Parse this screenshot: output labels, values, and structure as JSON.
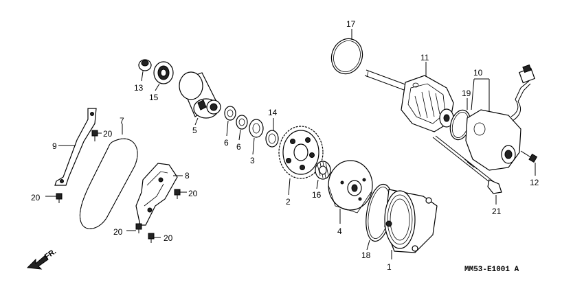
{
  "diagram": {
    "labels": {
      "p1": "1",
      "p2": "2",
      "p3": "3",
      "p4": "4",
      "p5": "5",
      "p6a": "6",
      "p6b": "6",
      "p7": "7",
      "p8": "8",
      "p9": "9",
      "p10": "10",
      "p11": "11",
      "p12": "12",
      "p13": "13",
      "p14": "14",
      "p15": "15",
      "p16": "16",
      "p17": "17",
      "p18": "18",
      "p19": "19",
      "p20a": "20",
      "p20b": "20",
      "p20c": "20",
      "p20d": "20",
      "p20e": "20",
      "p21": "21"
    },
    "front_marker": "FR.",
    "code": "MM53-E1001 A"
  }
}
